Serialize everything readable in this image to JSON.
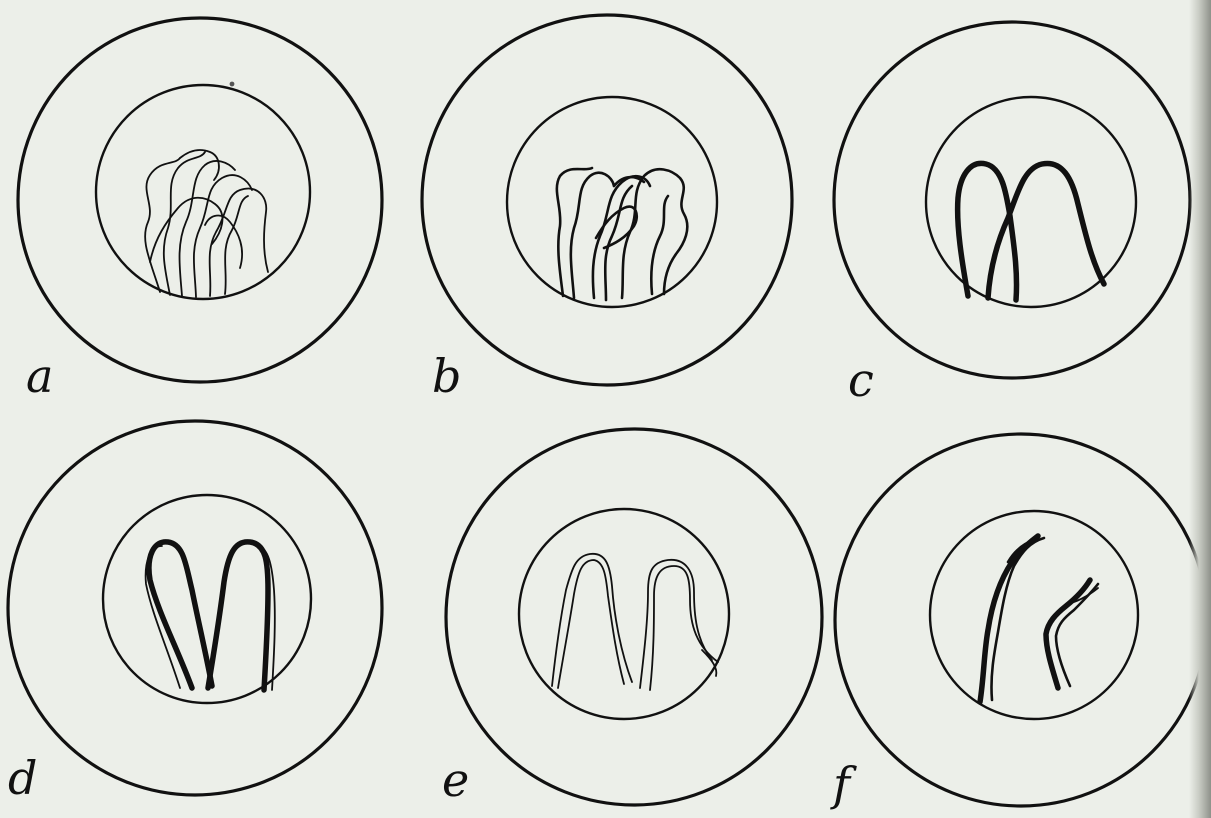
{
  "panels": [
    {
      "label": "a"
    },
    {
      "label": "b"
    },
    {
      "label": "c"
    },
    {
      "label": "d"
    },
    {
      "label": "e"
    },
    {
      "label": "f"
    }
  ],
  "colors": {
    "ink": "#111111",
    "paper": "#ecefe9"
  }
}
